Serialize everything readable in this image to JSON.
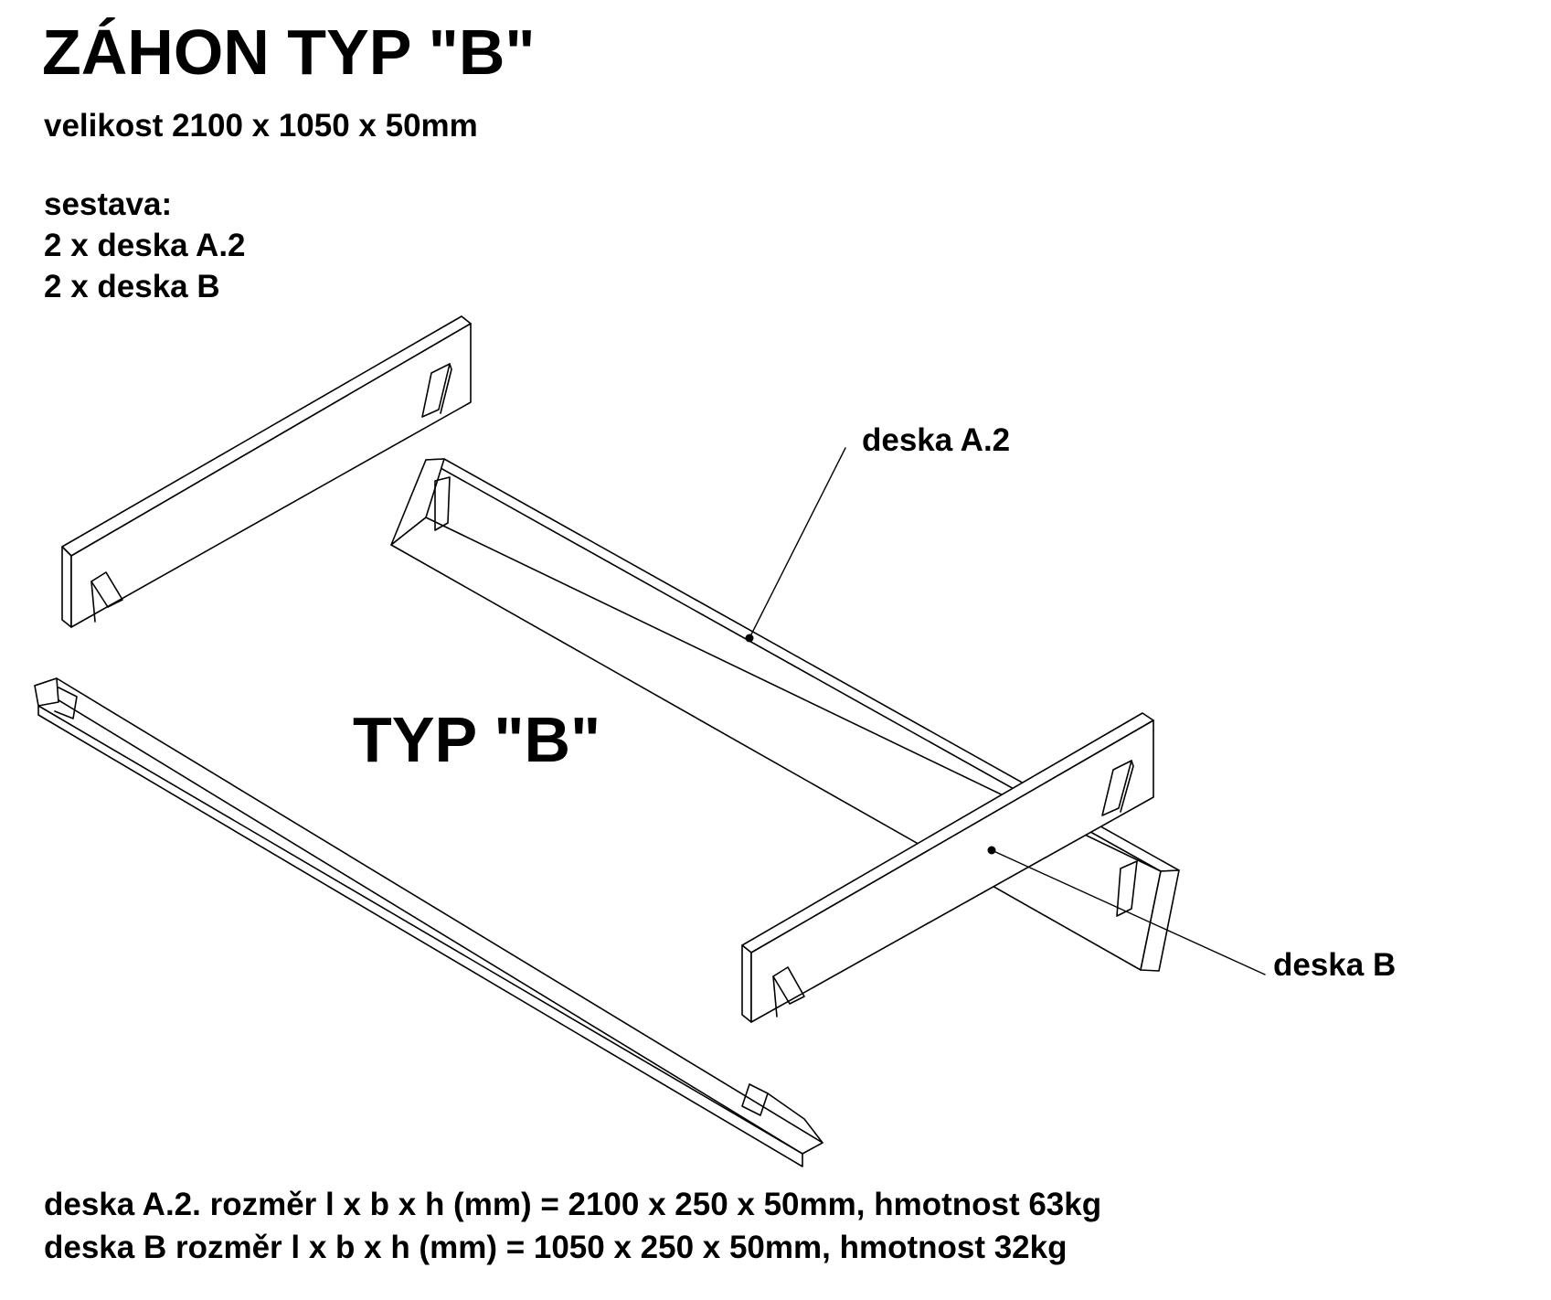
{
  "title": "ZÁHON TYP \"B\"",
  "subtitle": "velikost 2100 x 1050 x 50mm",
  "assembly": {
    "heading": "sestava:",
    "items": [
      "2 x deska A.2",
      "2 x deska B"
    ]
  },
  "diagram": {
    "center_label": "TYP \"B\"",
    "callouts": {
      "board_a2": "deska A.2",
      "board_b": "deska B"
    }
  },
  "specs": [
    "deska A.2. rozměr l x b x h (mm) = 2100 x 250 x 50mm, hmotnost 63kg",
    "deska B rozměr l x b x h (mm) = 1050 x 250 x 50mm, hmotnost 32kg"
  ],
  "colors": {
    "ink": "#000000",
    "paper": "#ffffff"
  }
}
